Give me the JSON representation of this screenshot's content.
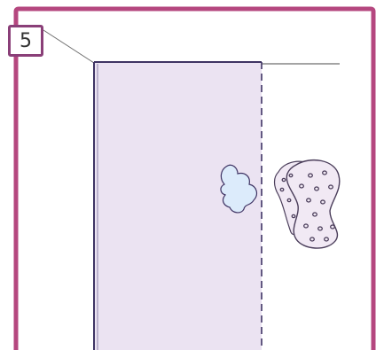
{
  "step": {
    "number": "5"
  },
  "colors": {
    "frame": "#b5477f",
    "label_border": "#8a3f78",
    "panel_fill": "#ebe3f2",
    "panel_outline": "#3f3464",
    "stain_fill": "#dcebfb",
    "sponge_fill": "#f1e9f4",
    "line": "#6d6d6d"
  },
  "icons": {
    "panel": "wallpaper-strip",
    "stain": "water-drip",
    "sponge": "sponge"
  }
}
